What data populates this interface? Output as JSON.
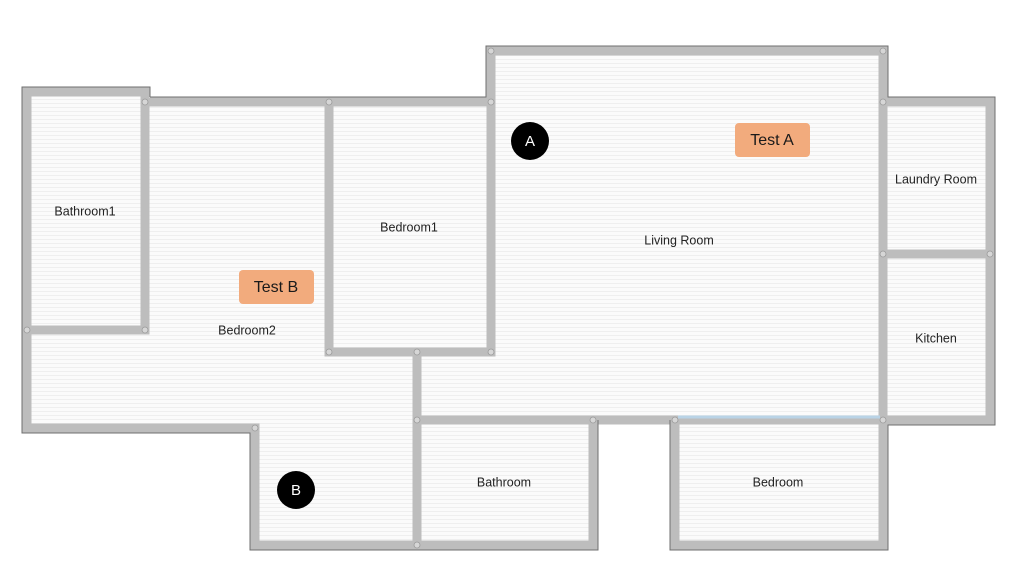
{
  "rooms": {
    "bathroom1": "Bathroom1",
    "bedroom2": "Bedroom2",
    "bedroom1": "Bedroom1",
    "living_room": "Living Room",
    "laundry_room": "Laundry Room",
    "kitchen": "Kitchen",
    "bathroom": "Bathroom",
    "bedroom": "Bedroom"
  },
  "tests": {
    "a": "Test A",
    "b": "Test B"
  },
  "markers": {
    "a": "A",
    "b": "B"
  },
  "colors": {
    "wall": "#bdbdbd",
    "test_box": "#f2ab7d",
    "marker": "#000000",
    "window": "#b9d3e6"
  }
}
